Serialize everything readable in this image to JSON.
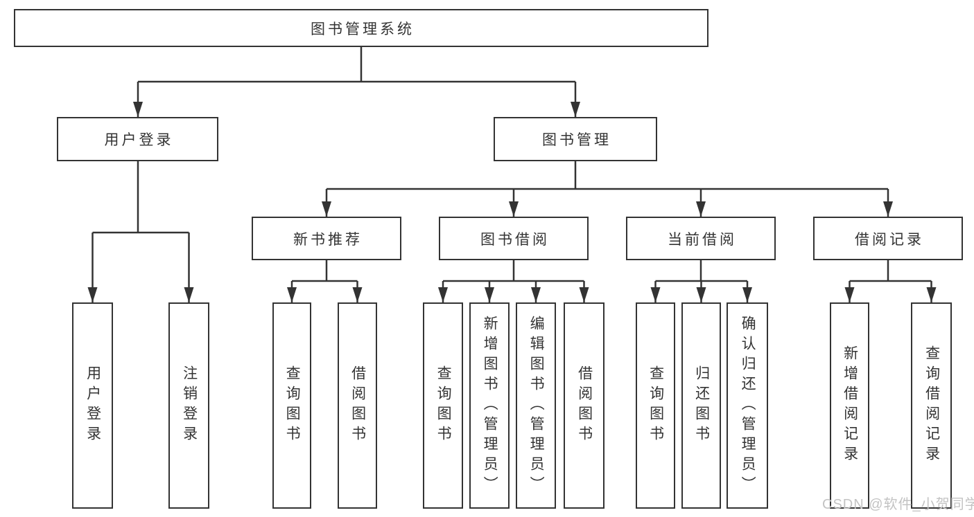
{
  "diagram": {
    "root": {
      "label": "图书管理系统"
    },
    "branches": {
      "user_login": {
        "label": "用户登录",
        "children": {
          "login": {
            "label": "用户登录"
          },
          "logout": {
            "label": "注销登录"
          }
        }
      },
      "book_management": {
        "label": "图书管理",
        "children": {
          "new_book_recommend": {
            "label": "新书推荐",
            "children": {
              "query": {
                "label": "查询图书"
              },
              "borrow": {
                "label": "借阅图书"
              }
            }
          },
          "book_borrowing": {
            "label": "图书借阅",
            "children": {
              "query": {
                "label": "查询图书"
              },
              "add": {
                "label": "新增图书（管理员）"
              },
              "edit": {
                "label": "编辑图书（管理员）"
              },
              "borrow": {
                "label": "借阅图书"
              }
            }
          },
          "current_borrowing": {
            "label": "当前借阅",
            "children": {
              "query": {
                "label": "查询图书"
              },
              "return": {
                "label": "归还图书"
              },
              "confirm_return": {
                "label": "确认归还（管理员）"
              }
            }
          },
          "borrowing_records": {
            "label": "借阅记录",
            "children": {
              "add_record": {
                "label": "新增借阅记录"
              },
              "query_record": {
                "label": "查询借阅记录"
              }
            }
          }
        }
      }
    }
  },
  "watermark": {
    "text": "CSDN @软件_小贺同学"
  },
  "colors": {
    "line": "#333333",
    "text": "#333333",
    "background": "#ffffff",
    "watermark": "#c3c3c3"
  }
}
